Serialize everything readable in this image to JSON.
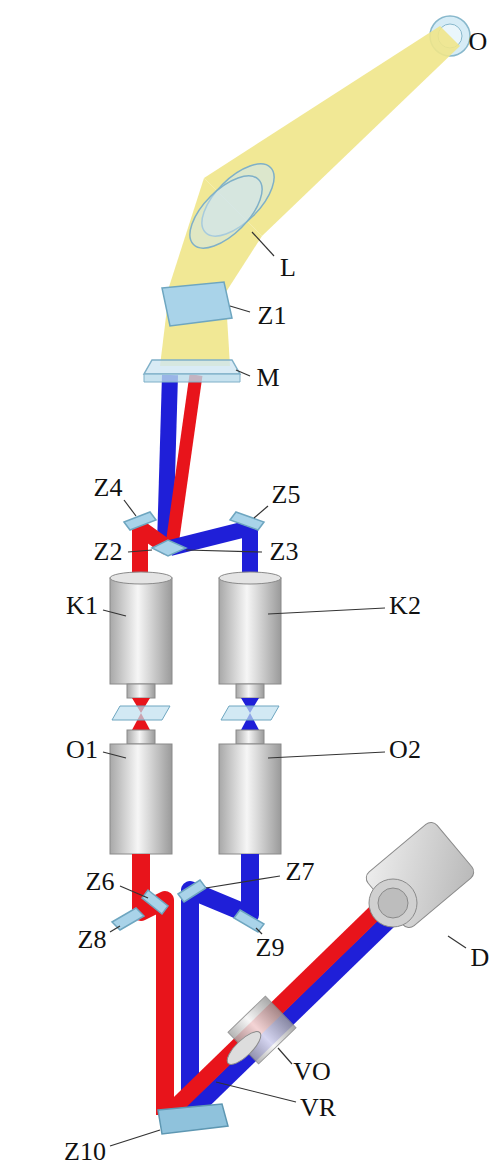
{
  "diagram": {
    "labels": [
      "O",
      "L",
      "Z1",
      "M",
      "Z4",
      "Z5",
      "Z2",
      "Z3",
      "K1",
      "K2",
      "O1",
      "O2",
      "Z6",
      "Z7",
      "Z8",
      "Z9",
      "D",
      "VO",
      "VR",
      "Z10"
    ]
  }
}
